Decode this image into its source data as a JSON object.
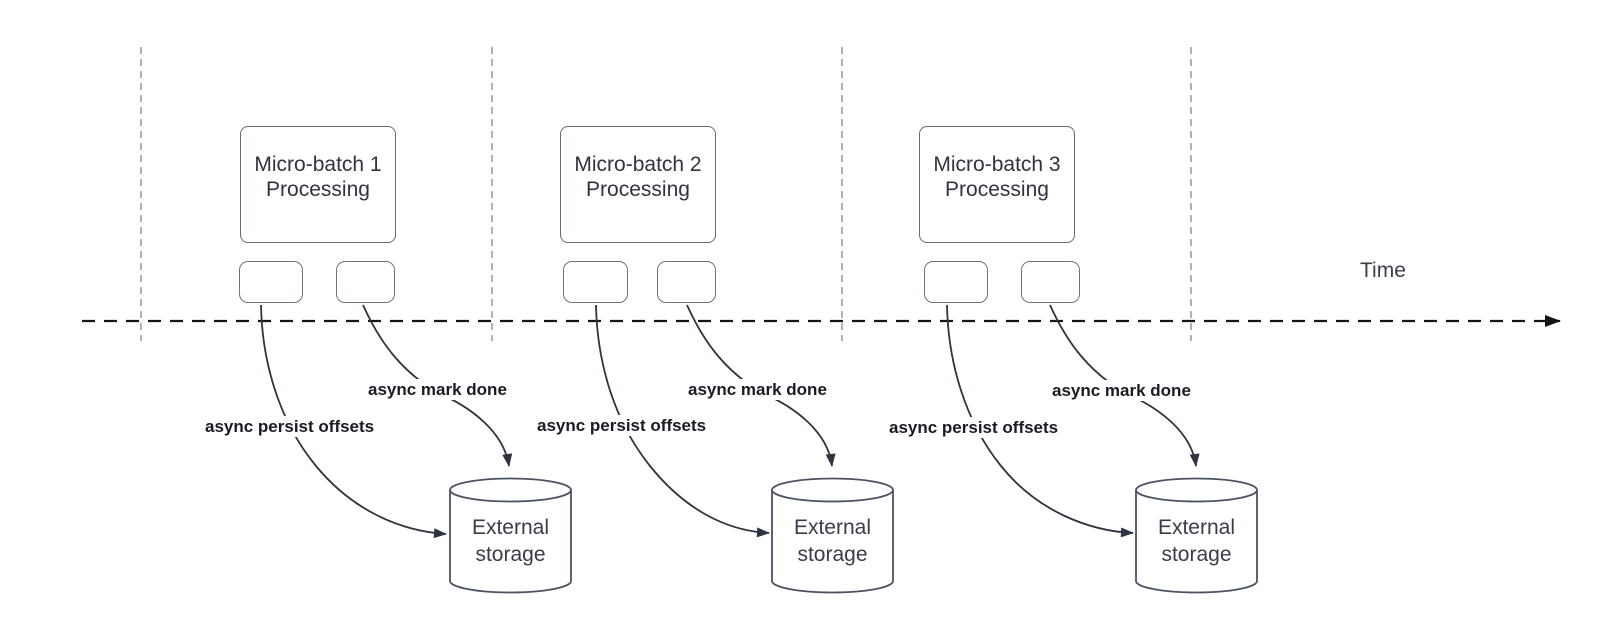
{
  "time_axis": {
    "label": "Time"
  },
  "groups": [
    {
      "title_line1": "Micro-batch 1",
      "title_line2": "Processing",
      "persist_label": "async persist offsets",
      "mark_done_label": "async mark done",
      "storage_line1": "External",
      "storage_line2": "storage"
    },
    {
      "title_line1": "Micro-batch 2",
      "title_line2": "Processing",
      "persist_label": "async persist offsets",
      "mark_done_label": "async mark done",
      "storage_line1": "External",
      "storage_line2": "storage"
    },
    {
      "title_line1": "Micro-batch 3",
      "title_line2": "Processing",
      "persist_label": "async persist offsets",
      "mark_done_label": "async mark done",
      "storage_line1": "External",
      "storage_line2": "storage"
    }
  ],
  "colors": {
    "background": "#ffffff",
    "guide_line": "#a9a9a9",
    "axis_line": "#141414",
    "box_border": "#666b76",
    "arrow": "#2e3440",
    "cylinder_border": "#4a5362",
    "title_text": "#30343e",
    "bold_label_text": "#1b1b25"
  }
}
